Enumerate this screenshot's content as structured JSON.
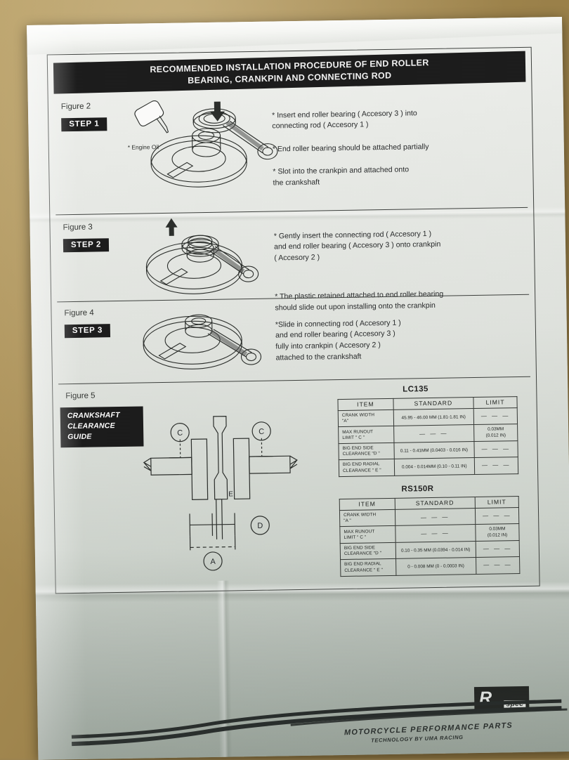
{
  "document": {
    "title_line1": "RECOMMENDED INSTALLATION PROCEDURE OF END ROLLER",
    "title_line2": "BEARING, CRANKPIN AND CONNECTING ROD"
  },
  "steps": [
    {
      "figure_label": "Figure 2",
      "step_tag": "STEP 1",
      "illustration_label": "* Engine Oil",
      "bullets": [
        "* Insert end roller bearing ( Accesory 3 ) into\n  connecting rod ( Accesory 1 )",
        "* End roller bearing should be attached partially",
        "* Slot into the crankpin and attached onto\n  the crankshaft"
      ]
    },
    {
      "figure_label": "Figure 3",
      "step_tag": "STEP 2",
      "illustration_label": "",
      "bullets": [
        "* Gently insert the connecting rod ( Accesory 1 )\n  and end roller bearing ( Accesory 3 ) onto crankpin\n  ( Accesory 2 )",
        "* The plastic retained attached to end roller bearing\n   should slide out upon installing onto the crankpin"
      ]
    },
    {
      "figure_label": "Figure 4",
      "step_tag": "STEP 3",
      "illustration_label": "",
      "bullets": [
        "*Slide in connecting rod ( Accesory 1 )\n  and end roller bearing ( Accesory 3 )\n  fully into crankpin ( Accesory 2 )\n  attached to the crankshaft"
      ]
    }
  ],
  "clearance_section": {
    "figure_label": "Figure 5",
    "guide_tag_line1": "CRANKSHAFT",
    "guide_tag_line2": "CLEARANCE",
    "guide_tag_line3": "GUIDE",
    "diagram_callouts": {
      "left_width": "C",
      "right_width": "C",
      "big_end": "E",
      "side_clearance": "D",
      "crank_width": "A"
    }
  },
  "tables": [
    {
      "model": "LC135",
      "headers": [
        "ITEM",
        "STANDARD",
        "LIMIT"
      ],
      "rows": [
        {
          "item_line1": "CRANK WIDTH",
          "item_line2": "\"A\"",
          "standard": "45.95 - 46.00 MM (1.81-1.81 IN)",
          "limit": "—  —  —"
        },
        {
          "item_line1": "MAX RUNOUT",
          "item_line2": "LIMIT \" C \"",
          "standard": "—  —  —",
          "limit": "0.03MM\n(0.012 IN)"
        },
        {
          "item_line1": "BIG END SIDE",
          "item_line2": "CLEARANCE \"D \"",
          "standard": "0.11 - 0.41MM (0.0403 - 0.016 IN)",
          "limit": "—  —  —"
        },
        {
          "item_line1": "BIG END RADIAL",
          "item_line2": "CLEARANCE  \" E \"",
          "standard": "0.004 - 0.014MM (0.10 - 0.11 IN)",
          "limit": "—  —  —"
        }
      ]
    },
    {
      "model": "RS150R",
      "headers": [
        "ITEM",
        "STANDARD",
        "LIMIT"
      ],
      "rows": [
        {
          "item_line1": "CRANK WIDTH",
          "item_line2": "\"A \"",
          "standard": "—  —  —",
          "limit": "—  —  —"
        },
        {
          "item_line1": "MAX RUNOUT",
          "item_line2": "LIMIT \" C \"",
          "standard": "—  —  —",
          "limit": "0.03MM\n(0.012 IN)"
        },
        {
          "item_line1": "BIG END SIDE",
          "item_line2": "CLEARANCE \"D \"",
          "standard": "0.10 - 0.35 MM (0.0394 - 0.014 IN)",
          "limit": "—  —  —"
        },
        {
          "item_line1": "BIG END RADIAL",
          "item_line2": "CLEARANCE  \" E \"",
          "standard": "0 - 0.008 MM (0 - 0.0003 IN)",
          "limit": "—  —  —"
        }
      ]
    }
  ],
  "branding": {
    "logo_r": "R",
    "logo_spec": "spec",
    "tagline_main": "MOTORCYCLE PERFORMANCE PARTS",
    "tagline_sub": "TECHNOLOGY BY UMA RACING"
  },
  "colors": {
    "paper": "#e4e7e2",
    "ink": "#1f2220",
    "banner_bg": "#1c1c1c",
    "desk": "#a98e55"
  }
}
